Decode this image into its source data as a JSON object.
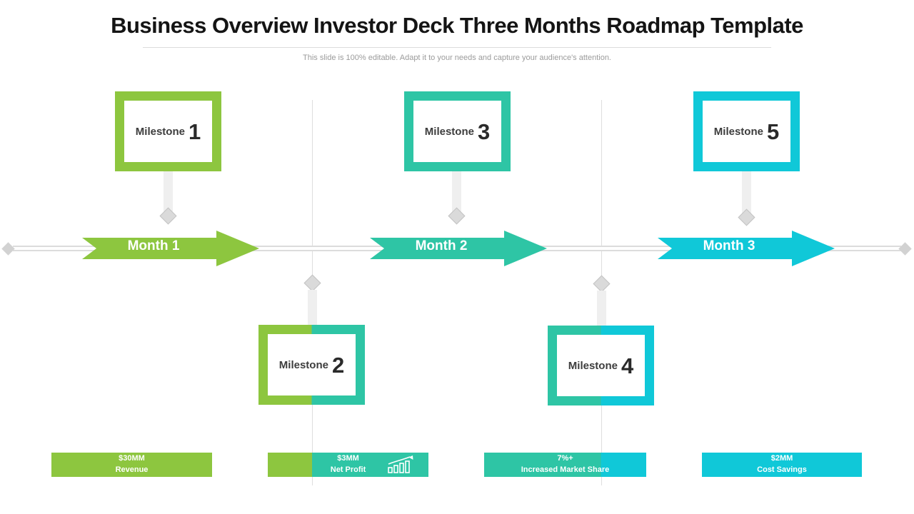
{
  "slide": {
    "title": "Business Overview Investor Deck Three Months Roadmap Template",
    "subtitle": "This slide is 100% editable. Adapt it to your needs and capture your audience's attention."
  },
  "colors": {
    "green": "#8dc63f",
    "teal": "#2ec5a5",
    "cyan": "#10c8d8",
    "gridline": "#dedede",
    "connector": "#efefef",
    "diamond": "#dadada"
  },
  "timeline": {
    "months": [
      {
        "label": "Month 1",
        "color": "#8dc63f"
      },
      {
        "label": "Month 2",
        "color": "#2ec5a5"
      },
      {
        "label": "Month 3",
        "color": "#10c8d8"
      }
    ]
  },
  "milestones": [
    {
      "label": "Milestone",
      "number": "1",
      "position": "above",
      "color": "green"
    },
    {
      "label": "Milestone",
      "number": "2",
      "position": "below",
      "color": "green-teal"
    },
    {
      "label": "Milestone",
      "number": "3",
      "position": "above",
      "color": "teal"
    },
    {
      "label": "Milestone",
      "number": "4",
      "position": "below",
      "color": "teal-cyan"
    },
    {
      "label": "Milestone",
      "number": "5",
      "position": "above",
      "color": "cyan"
    }
  ],
  "metrics": [
    {
      "value": "$30MM",
      "label": "Revenue",
      "color": "green"
    },
    {
      "value": "$3MM",
      "label": "Net Profit",
      "color": "green-teal",
      "icon": "growth-chart-icon"
    },
    {
      "value": "7%+",
      "label": "Increased Market Share",
      "color": "teal-cyan"
    },
    {
      "value": "$2MM",
      "label": "Cost Savings",
      "color": "cyan"
    }
  ]
}
